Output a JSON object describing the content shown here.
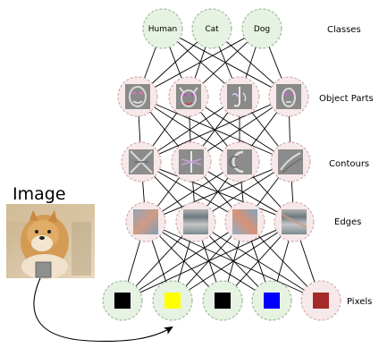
{
  "image": {
    "title": "Image"
  },
  "layers": {
    "classes": {
      "label": "Classes",
      "nodes": [
        "Human",
        "Cat",
        "Dog"
      ]
    },
    "object_parts": {
      "label": "Object Parts",
      "nodes": [
        "face-feature-1",
        "face-feature-2",
        "face-feature-3",
        "face-feature-4"
      ]
    },
    "contours": {
      "label": "Contours",
      "nodes": [
        "contour-feature-1",
        "contour-feature-2",
        "contour-feature-3",
        "contour-feature-4"
      ]
    },
    "edges": {
      "label": "Edges",
      "nodes": [
        "edge-feature-1",
        "edge-feature-2",
        "edge-feature-3",
        "edge-feature-4"
      ]
    },
    "pixels": {
      "label": "Pixels",
      "colors": [
        "#000000",
        "#ffff00",
        "#000000",
        "#0000ff",
        "#a52a2a"
      ]
    }
  },
  "colors": {
    "node_fill": "#e6f3e2",
    "node_fill_pink": "#f7e9e9",
    "node_stroke": "#8fb08f",
    "node_stroke_pink": "#c9a3a3"
  }
}
